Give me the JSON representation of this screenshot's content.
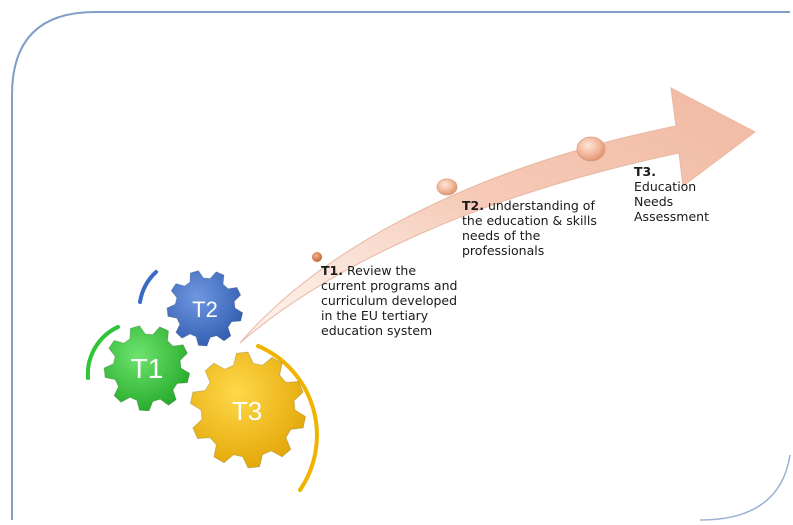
{
  "gears": [
    {
      "id": "t1",
      "label": "T1",
      "color": "#2ec536"
    },
    {
      "id": "t2",
      "label": "T2",
      "color": "#3a6cc4"
    },
    {
      "id": "t3",
      "label": "T3",
      "color": "#f0b400"
    }
  ],
  "milestones": [
    {
      "id": "t1",
      "number": "T1.",
      "lines": [
        " Review the",
        "current programs and",
        "curriculum developed",
        "in the EU tertiary",
        "education system"
      ]
    },
    {
      "id": "t2",
      "number": "T2.",
      "lines": [
        " understanding of",
        "the education & skills",
        "needs of the",
        "professionals"
      ]
    },
    {
      "id": "t3",
      "number": "T3.",
      "lines": [
        "Education",
        "Needs",
        "Assessment"
      ]
    }
  ],
  "colors": {
    "frame_border": "#7f9fc6",
    "arrow_fill": "#f4c4b0",
    "milestone_dot": "#f2b79c"
  }
}
